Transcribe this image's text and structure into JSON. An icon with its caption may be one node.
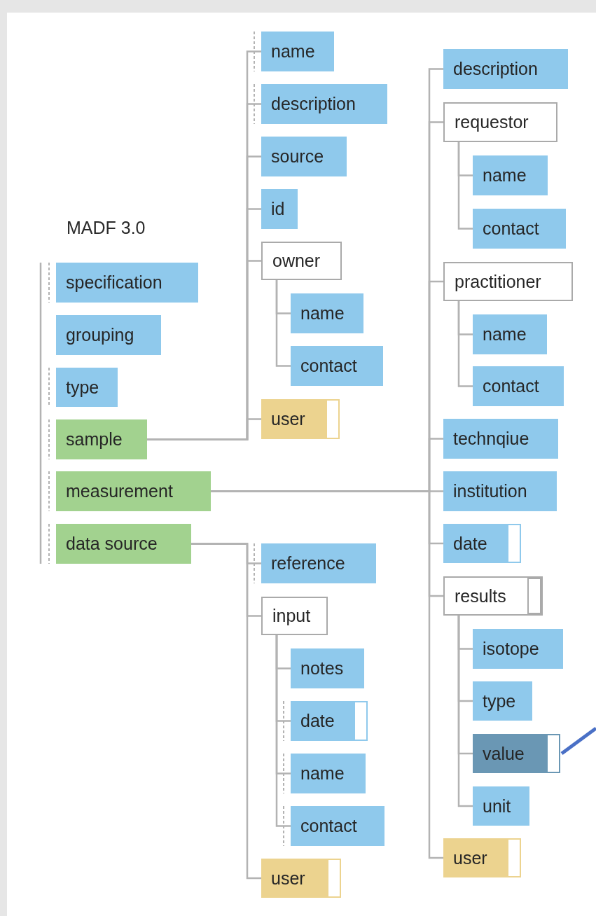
{
  "diagram": {
    "title": "MADF 3.0",
    "nodes": [
      {
        "text": [
          "specification"
        ]
      },
      {
        "text": [
          "grouping"
        ]
      },
      {
        "text": [
          "type"
        ]
      },
      {
        "text": [
          "sample"
        ]
      },
      {
        "text": [
          "measurement"
        ]
      },
      {
        "text": [
          "data source"
        ]
      },
      {
        "text": [
          "name"
        ]
      },
      {
        "text": [
          "description"
        ]
      },
      {
        "text": [
          "source"
        ]
      },
      {
        "text": [
          "id"
        ]
      },
      {
        "text": [
          "owner"
        ]
      },
      {
        "text": [
          "name"
        ]
      },
      {
        "text": [
          "contact"
        ]
      },
      {
        "text": [
          "user"
        ]
      },
      {
        "text": [
          "reference"
        ]
      },
      {
        "text": [
          "input"
        ]
      },
      {
        "text": [
          "notes"
        ]
      },
      {
        "text": [
          "date"
        ]
      },
      {
        "text": [
          "name"
        ]
      },
      {
        "text": [
          "contact"
        ]
      },
      {
        "text": [
          "user"
        ]
      },
      {
        "text": [
          "description"
        ]
      },
      {
        "text": [
          "requestor"
        ]
      },
      {
        "text": [
          "name"
        ]
      },
      {
        "text": [
          "contact"
        ]
      },
      {
        "text": [
          "practitioner"
        ]
      },
      {
        "text": [
          "name"
        ]
      },
      {
        "text": [
          "contact"
        ]
      },
      {
        "text": [
          "technqiue"
        ]
      },
      {
        "text": [
          "institution"
        ]
      },
      {
        "text": [
          "date"
        ]
      },
      {
        "text": [
          "results"
        ]
      },
      {
        "text": [
          "isotope"
        ]
      },
      {
        "text": [
          "type"
        ]
      },
      {
        "text": [
          "value"
        ]
      },
      {
        "text": [
          "unit"
        ]
      },
      {
        "text": [
          "user"
        ]
      }
    ],
    "edges": [
      {
        "from": 3,
        "to": 6,
        "arrow": "none"
      },
      {
        "from": 3,
        "to": 7,
        "arrow": "none"
      },
      {
        "from": 3,
        "to": 8,
        "arrow": "none"
      },
      {
        "from": 3,
        "to": 9,
        "arrow": "none"
      },
      {
        "from": 3,
        "to": 10,
        "arrow": "none"
      },
      {
        "from": 3,
        "to": 13,
        "arrow": "none"
      },
      {
        "from": 10,
        "to": 11,
        "arrow": "none"
      },
      {
        "from": 10,
        "to": 12,
        "arrow": "none"
      },
      {
        "from": 5,
        "to": 14,
        "arrow": "none"
      },
      {
        "from": 5,
        "to": 15,
        "arrow": "none"
      },
      {
        "from": 5,
        "to": 20,
        "arrow": "none"
      },
      {
        "from": 15,
        "to": 16,
        "arrow": "none"
      },
      {
        "from": 15,
        "to": 17,
        "arrow": "none"
      },
      {
        "from": 15,
        "to": 18,
        "arrow": "none"
      },
      {
        "from": 15,
        "to": 19,
        "arrow": "none"
      },
      {
        "from": 4,
        "to": 21,
        "arrow": "none"
      },
      {
        "from": 4,
        "to": 22,
        "arrow": "none"
      },
      {
        "from": 4,
        "to": 25,
        "arrow": "none"
      },
      {
        "from": 4,
        "to": 28,
        "arrow": "none"
      },
      {
        "from": 4,
        "to": 29,
        "arrow": "none"
      },
      {
        "from": 4,
        "to": 30,
        "arrow": "none"
      },
      {
        "from": 4,
        "to": 31,
        "arrow": "none"
      },
      {
        "from": 4,
        "to": 36,
        "arrow": "none"
      },
      {
        "from": 22,
        "to": 23,
        "arrow": "none"
      },
      {
        "from": 22,
        "to": 24,
        "arrow": "none"
      },
      {
        "from": 25,
        "to": 26,
        "arrow": "none"
      },
      {
        "from": 25,
        "to": 27,
        "arrow": "none"
      },
      {
        "from": 31,
        "to": 32,
        "arrow": "none"
      },
      {
        "from": 31,
        "to": 33,
        "arrow": "none"
      },
      {
        "from": 31,
        "to": 34,
        "arrow": "none"
      },
      {
        "from": 31,
        "to": 35,
        "arrow": "none"
      },
      {
        "from": null,
        "to": 34,
        "arrow": "none",
        "style": "thick",
        "color": "#4a70c6"
      }
    ]
  }
}
